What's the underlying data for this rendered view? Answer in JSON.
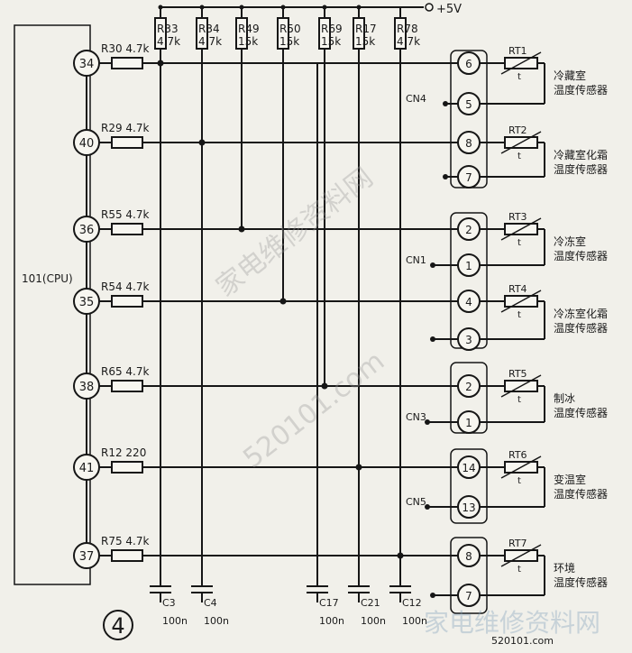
{
  "supply": {
    "label": "+5V"
  },
  "cpu": {
    "label": "101(CPU)"
  },
  "figure_number": "4",
  "pullups": [
    {
      "ref": "R33",
      "value": "4.7k"
    },
    {
      "ref": "R34",
      "value": "4.7k"
    },
    {
      "ref": "R49",
      "value": "15k"
    },
    {
      "ref": "R50",
      "value": "15k"
    },
    {
      "ref": "R69",
      "value": "15k"
    },
    {
      "ref": "R17",
      "value": "15k"
    },
    {
      "ref": "R78",
      "value": "4.7k"
    }
  ],
  "channels": [
    {
      "pin": "34",
      "resistor": "R30 4.7k",
      "connector": "CN4",
      "pins": [
        "6",
        "5"
      ],
      "sensor": "RT1",
      "label_line1": "冷藏室",
      "label_line2": "温度传感器"
    },
    {
      "pin": "40",
      "resistor": "R29 4.7k",
      "connector": "",
      "pins": [
        "8",
        "7"
      ],
      "sensor": "RT2",
      "label_line1": "冷藏室化霜",
      "label_line2": "温度传感器"
    },
    {
      "pin": "36",
      "resistor": "R55 4.7k",
      "connector": "CN1",
      "pins": [
        "2",
        "1"
      ],
      "sensor": "RT3",
      "label_line1": "冷冻室",
      "label_line2": "温度传感器"
    },
    {
      "pin": "35",
      "resistor": "R54 4.7k",
      "connector": "",
      "pins": [
        "4",
        "3"
      ],
      "sensor": "RT4",
      "label_line1": "冷冻室化霜",
      "label_line2": "温度传感器"
    },
    {
      "pin": "38",
      "resistor": "R65 4.7k",
      "connector": "CN3",
      "pins": [
        "2",
        "1"
      ],
      "sensor": "RT5",
      "label_line1": "制冰",
      "label_line2": "温度传感器"
    },
    {
      "pin": "41",
      "resistor": "R12 220",
      "connector": "CN5",
      "pins": [
        "14",
        "13"
      ],
      "sensor": "RT6",
      "label_line1": "变温室",
      "label_line2": "温度传感器"
    },
    {
      "pin": "37",
      "resistor": "R75 4.7k",
      "connector": "",
      "pins": [
        "8",
        "7"
      ],
      "sensor": "RT7",
      "label_line1": "环境",
      "label_line2": "温度传感器"
    }
  ],
  "capacitors": [
    {
      "ref": "C3",
      "value": "100n"
    },
    {
      "ref": "C4",
      "value": "100n"
    },
    {
      "ref": "C17",
      "value": "100n"
    },
    {
      "ref": "C21",
      "value": "100n"
    },
    {
      "ref": "C12",
      "value": "100n"
    }
  ],
  "watermarks": {
    "site": "家电维修资料网",
    "url": "520101.com"
  }
}
